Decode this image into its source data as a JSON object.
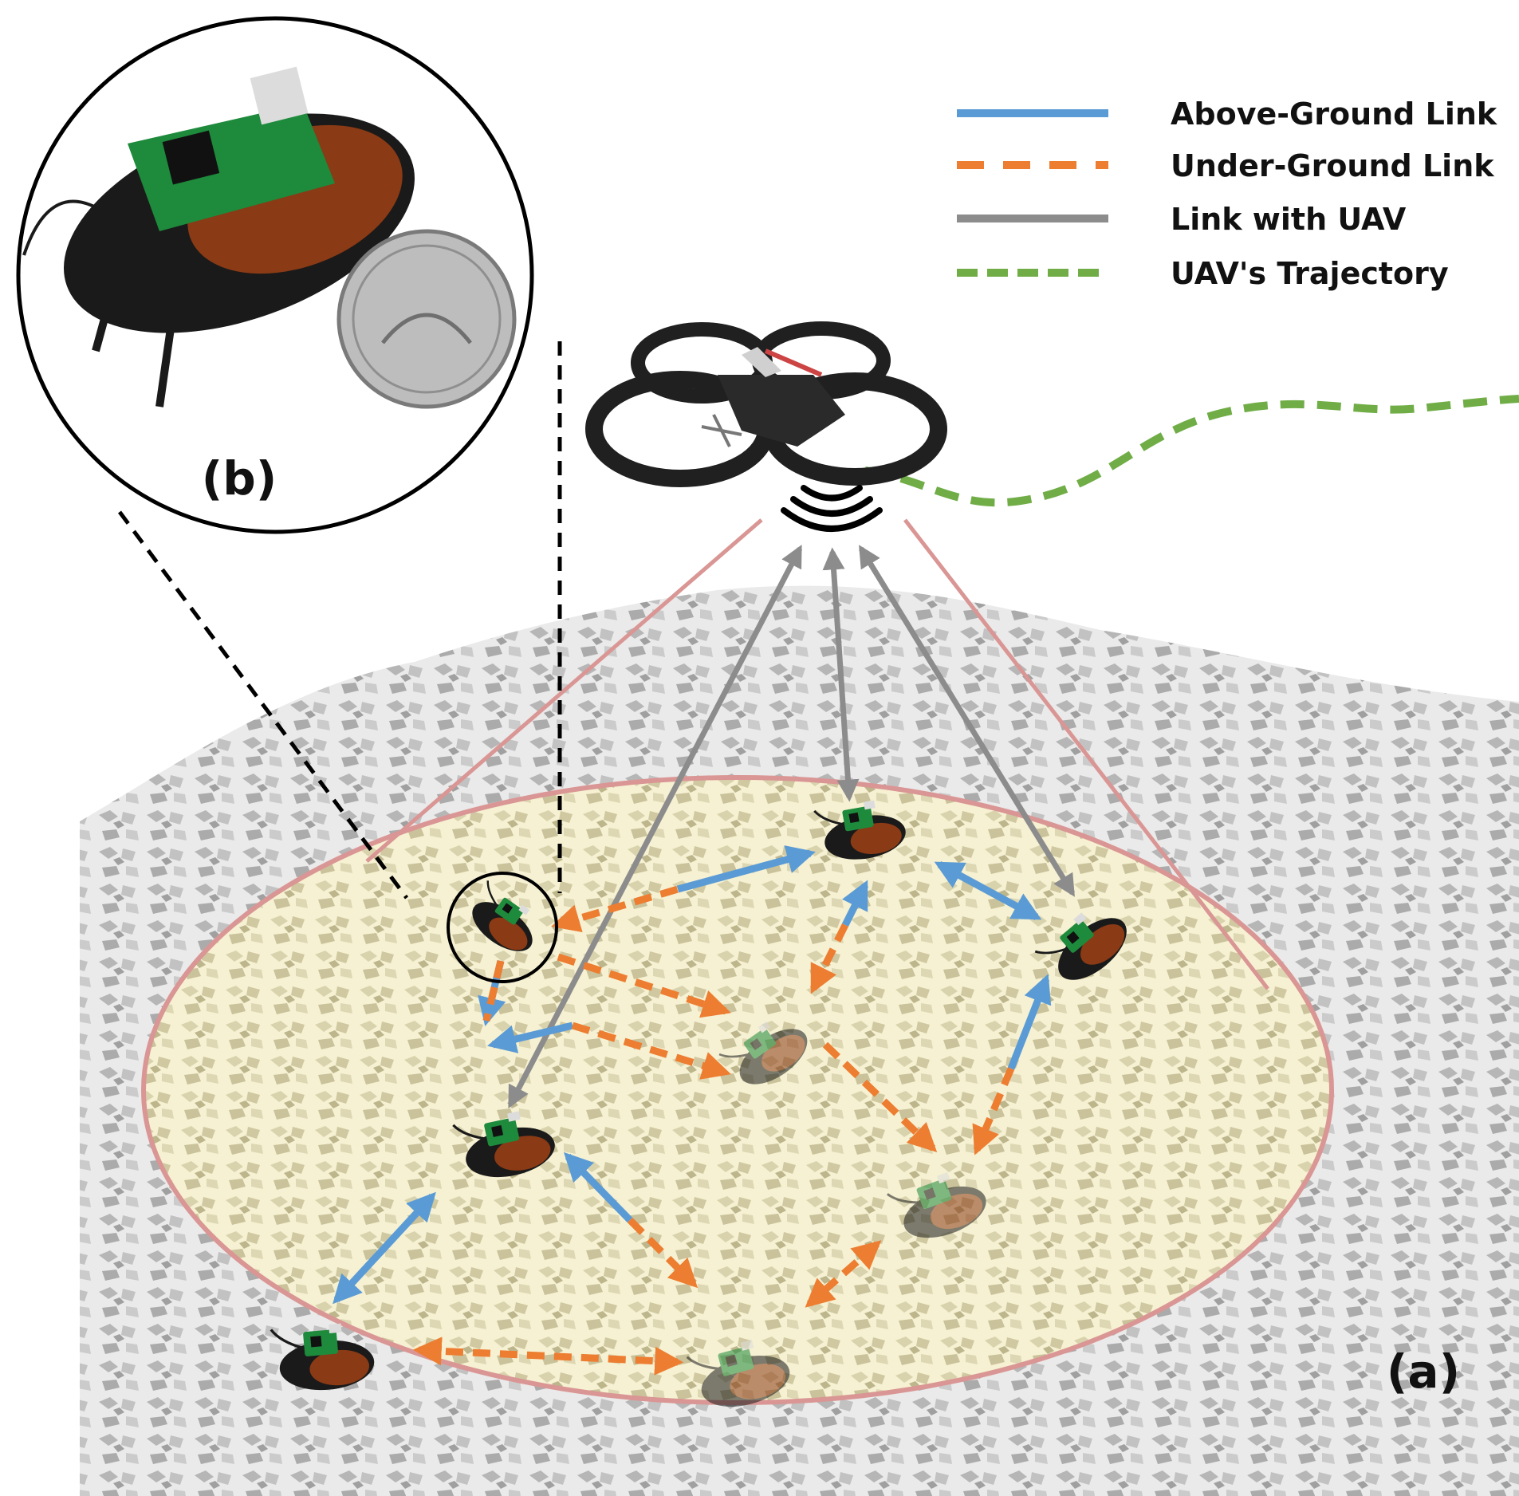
{
  "legend": {
    "items": [
      {
        "label": "Above-Ground Link",
        "color": "#5b9bd5",
        "style": "solid"
      },
      {
        "label": "Under-Ground Link",
        "color": "#ed7d31",
        "style": "dashed"
      },
      {
        "label": "Link with UAV",
        "color": "#8c8c8c",
        "style": "solid"
      },
      {
        "label": "UAV's Trajectory",
        "color": "#70ad47",
        "style": "dashed"
      }
    ]
  },
  "panels": {
    "main_label": "(a)",
    "inset_label": "(b)"
  },
  "colors": {
    "coverage_outline": "#d99694",
    "coverage_fill": "#f7f3d6",
    "above_ground": "#5b9bd5",
    "under_ground": "#ed7d31",
    "uav_link": "#8c8c8c",
    "trajectory": "#70ad47",
    "zoom_lines": "#000000",
    "board_green": "#1e8a3c",
    "shell_brown": "#8a3a14",
    "body_dark": "#1a1a1a"
  },
  "icons": {
    "drone": "quadcopter-drone-icon",
    "signal": "wireless-signal-icon",
    "insect": "cyborg-cockroach-icon",
    "coin": "coin-icon"
  }
}
